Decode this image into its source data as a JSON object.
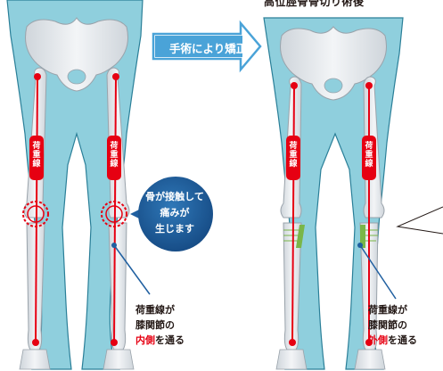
{
  "title": "高位脛骨骨切り術後",
  "arrow_label": "手術により矯正",
  "bubble": {
    "lines": [
      "骨が接触して",
      "痛みが",
      "生じます"
    ]
  },
  "load_line_label": "荷重線",
  "note_left": {
    "line1": "荷重線が",
    "line2": "膝関節の",
    "line3_highlight": "内側",
    "line3_rest": "を通る"
  },
  "note_right": {
    "line1": "荷重線が",
    "line2": "膝関節の",
    "line3_highlight": "外側",
    "line3_rest": "を通る"
  },
  "colors": {
    "skin": "#8fcfdd",
    "bone": "#e6eaee",
    "load_line": "#e60012",
    "arrow": "#4aa3d8",
    "bubble": "#1f5fa0",
    "implant_plate": "#7ab648"
  }
}
